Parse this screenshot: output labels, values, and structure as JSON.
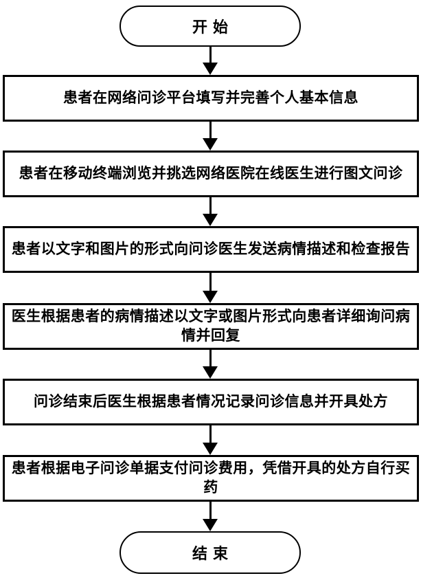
{
  "flowchart": {
    "type": "flowchart",
    "direction": "top-to-bottom",
    "colors": {
      "stroke": "#000000",
      "fill": "#ffffff",
      "text": "#000000"
    },
    "nodes": [
      {
        "id": "start",
        "type": "terminal",
        "label": "开始"
      },
      {
        "id": "step1",
        "type": "process",
        "label": "患者在网络问诊平台填写并完善个人基本信息"
      },
      {
        "id": "step2",
        "type": "process",
        "label": "患者在移动终端浏览并挑选网络医院在线医生进行图文问诊"
      },
      {
        "id": "step3",
        "type": "process",
        "label": "患者以文字和图片的形式向问诊医生发送病情描述和检查报告"
      },
      {
        "id": "step4",
        "type": "process",
        "label": "医生根据患者的病情描述以文字或图片形式向患者详细询问病情并回复"
      },
      {
        "id": "step5",
        "type": "process",
        "label": "问诊结束后医生根据患者情况记录问诊信息并开具处方"
      },
      {
        "id": "step6",
        "type": "process",
        "label": "患者根据电子问诊单据支付问诊费用，凭借开具的处方自行买药"
      },
      {
        "id": "end",
        "type": "terminal",
        "label": "结束"
      }
    ],
    "edges": [
      {
        "from": "start",
        "to": "step1"
      },
      {
        "from": "step1",
        "to": "step2"
      },
      {
        "from": "step2",
        "to": "step3"
      },
      {
        "from": "step3",
        "to": "step4"
      },
      {
        "from": "step4",
        "to": "step5"
      },
      {
        "from": "step5",
        "to": "step6"
      },
      {
        "from": "step6",
        "to": "end"
      }
    ]
  }
}
